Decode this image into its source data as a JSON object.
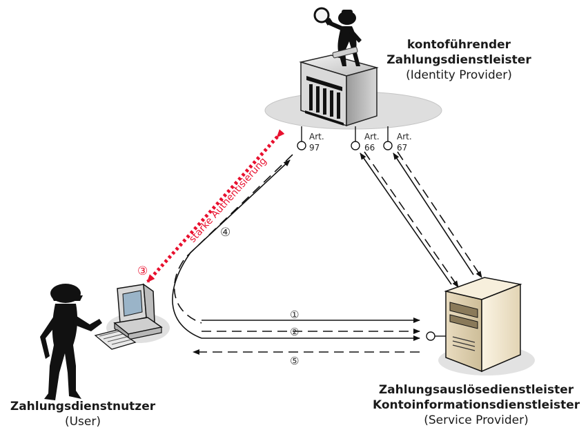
{
  "identity_provider": {
    "title_line1": "kontoführender",
    "title_line2": "Zahlungsdienstleister",
    "subtitle": "(Identity Provider)"
  },
  "user": {
    "title": "Zahlungsdienstnutzer",
    "subtitle": "(User)"
  },
  "service_provider": {
    "title_line1": "Zahlungsauslösedienstleister",
    "title_line2": "Kontoinformationsdienstleister",
    "subtitle": "(Service Provider)"
  },
  "interfaces": {
    "art97": {
      "line1": "Art.",
      "line2": "97"
    },
    "art66": {
      "line1": "Art.",
      "line2": "66"
    },
    "art67": {
      "line1": "Art.",
      "line2": "67"
    }
  },
  "auth": {
    "label": "starke Authentisierung",
    "step": "③",
    "color": "#e8102e"
  },
  "steps": {
    "s1": "①",
    "s2": "②",
    "s4": "④",
    "s5": "⑤"
  }
}
